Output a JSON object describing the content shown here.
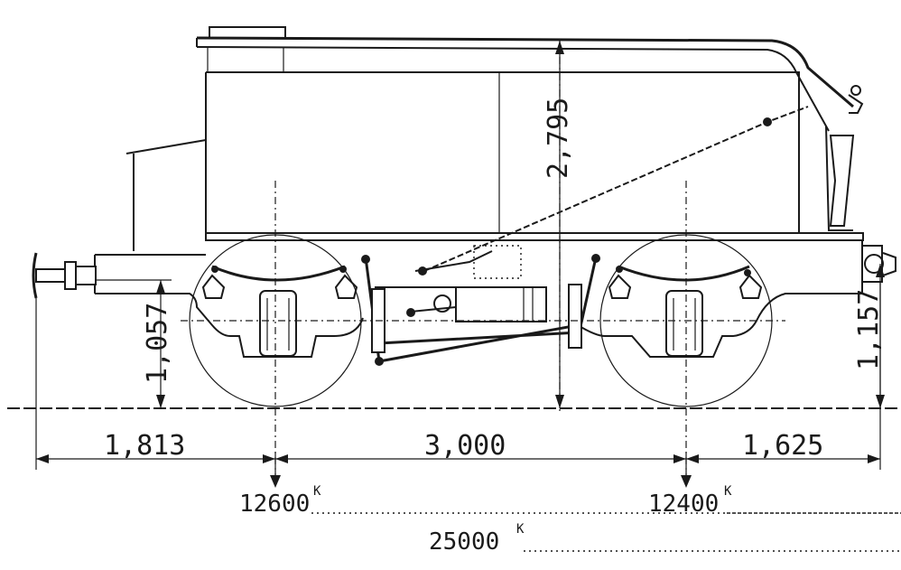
{
  "dimensions": {
    "tank_height": "2,795",
    "left_buffer_height": "1,057",
    "right_buffer_height": "1,157",
    "front_overhang": "1,813",
    "wheelbase": "3,000",
    "rear_overhang": "1,625"
  },
  "axle_loads": {
    "front": "12600",
    "rear": "12400",
    "total": "25000",
    "unit_mark": "K"
  },
  "line_color": "#1a1a1a",
  "background": "#ffffff"
}
